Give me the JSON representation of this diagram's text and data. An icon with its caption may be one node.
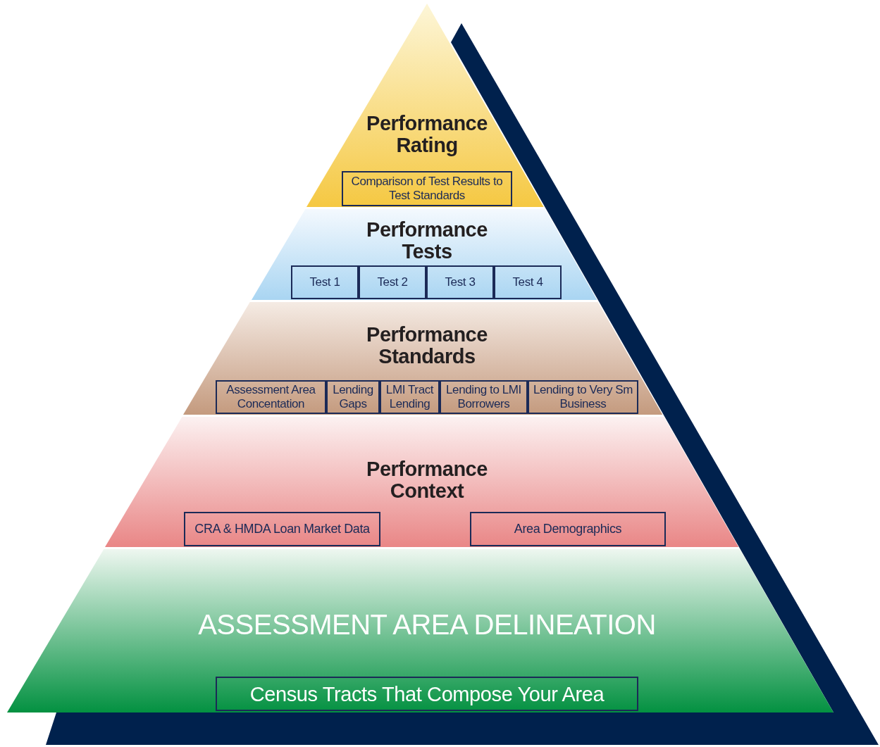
{
  "diagram": {
    "nodes": [
      {
        "text": [
          "Performance Rating"
        ]
      },
      {
        "text": [
          "Comparison of Test Results to Test Standards"
        ],
        "in": 0
      },
      {
        "text": [
          "Performance Tests"
        ]
      },
      {
        "text": [
          "Test 1"
        ],
        "in": 2
      },
      {
        "text": [
          "Test 2"
        ],
        "in": 2
      },
      {
        "text": [
          "Test 3"
        ],
        "in": 2
      },
      {
        "text": [
          "Test 4"
        ],
        "in": 2
      },
      {
        "text": [
          "Performance Standards"
        ]
      },
      {
        "text": [
          "Assessment Area Concentation"
        ],
        "in": 7
      },
      {
        "text": [
          "Lending Gaps"
        ],
        "in": 7
      },
      {
        "text": [
          "LMI Tract Lending"
        ],
        "in": 7
      },
      {
        "text": [
          "Lending to LMI Borrowers"
        ],
        "in": 7
      },
      {
        "text": [
          "Lending to Very Sm Business"
        ],
        "in": 7
      },
      {
        "text": [
          "Performance Context"
        ]
      },
      {
        "text": [
          "CRA & HMDA Loan Market Data"
        ],
        "in": 13
      },
      {
        "text": [
          "Area Demographics"
        ],
        "in": 13
      },
      {
        "text": [
          "ASSESSMENT AREA DELINEATION"
        ]
      },
      {
        "text": [
          "Census Tracts That Compose Your Area"
        ],
        "in": 16
      }
    ]
  }
}
